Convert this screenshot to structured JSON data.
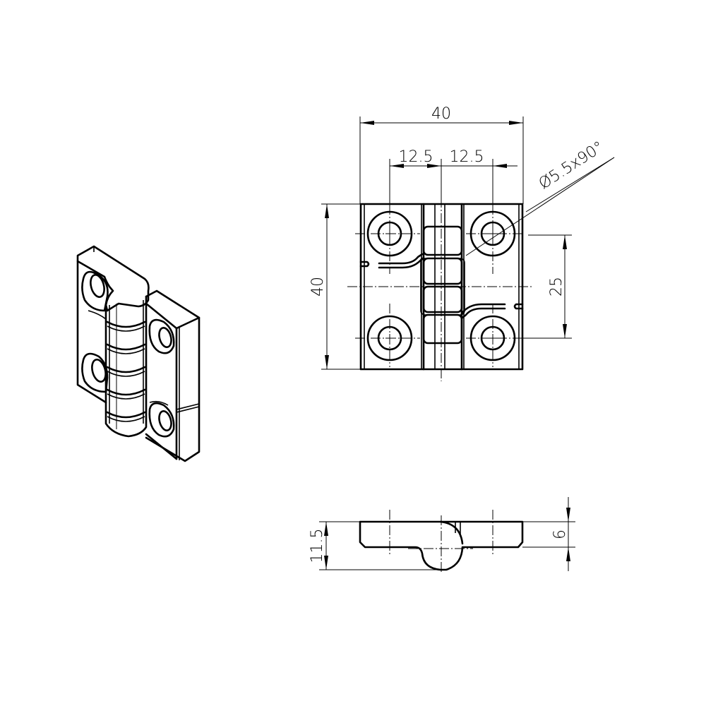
{
  "drawing": {
    "title": "Hinge technical drawing",
    "views": [
      "isometric-view",
      "top-view",
      "side-view"
    ],
    "colors": {
      "line": "#000000",
      "background": "#ffffff"
    }
  },
  "top_view": {
    "dimensions": {
      "overall_width": "40",
      "hole_offset_left": "12.5",
      "hole_offset_right": "12.5",
      "overall_height": "40",
      "hole_spacing_vertical": "25",
      "hole_callout": "Ø5.5x90°"
    }
  },
  "side_view": {
    "dimensions": {
      "total_thickness": "11.5",
      "leaf_thickness": "6"
    }
  }
}
